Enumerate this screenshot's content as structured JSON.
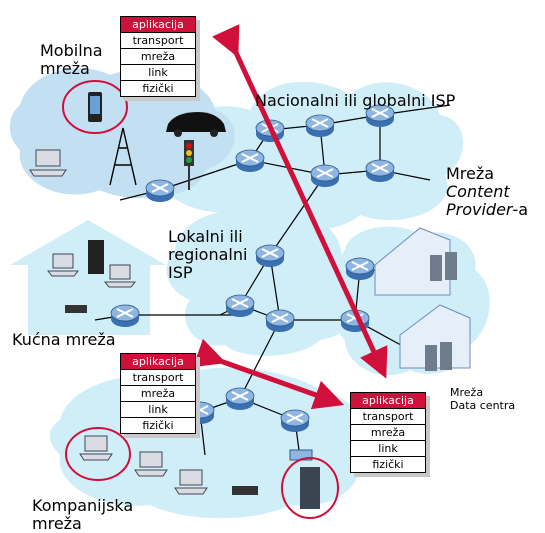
{
  "labels": {
    "mobile": "Mobilna\nmreža",
    "global_isp": "Nacionalni ili globalni ISP",
    "content_provider_1": "Mreža",
    "content_provider_2": "Content",
    "content_provider_3": "Provider",
    "content_provider_suffix": "-a",
    "regional_isp": "Lokalni ili\nregionalni\nISP",
    "home": "Kućna mreža",
    "datacenter": "Mreža\nData centra",
    "enterprise": "Kompanijska\nmreža"
  },
  "stacks": {
    "mobile": [
      "aplikacija",
      "transport",
      "mreža",
      "link",
      "fizički"
    ],
    "enterprise": [
      "aplikacija",
      "transport",
      "mreža",
      "link",
      "fizički"
    ],
    "datacenter": [
      "aplikacija",
      "transport",
      "mreža",
      "link",
      "fizički"
    ]
  },
  "colors": {
    "cloud": "#cfeef8",
    "cloud_mobile": "#c3dff2",
    "arrow": "#d0103a",
    "router_top": "#8fb6e0",
    "router_side": "#3a6fb0",
    "application_layer": "#d0103a"
  }
}
